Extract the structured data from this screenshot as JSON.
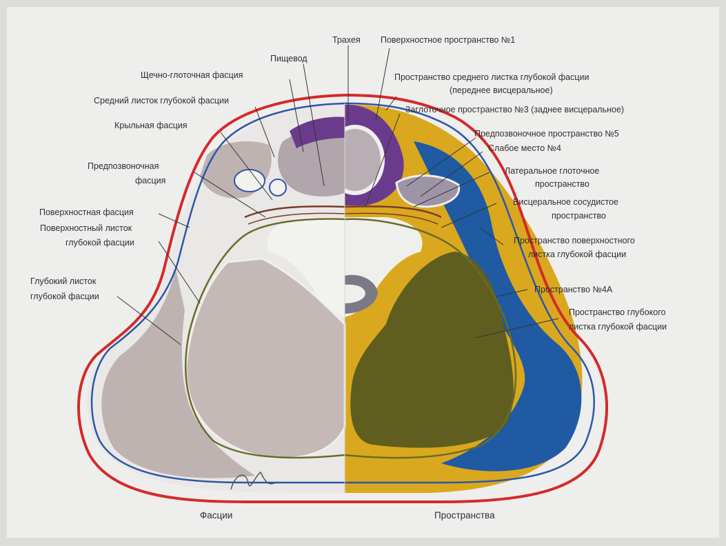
{
  "labels": {
    "trachea": "Трахея",
    "superficial_space_1": "Поверхностное пространство №1",
    "esophagus": "Пищевод",
    "buccopharyngeal_fascia": "Щечно-глоточная фасция",
    "middle_layer_space_line1": "Пространство среднего листка глубокой фасции",
    "middle_layer_space_line2": "(переднее висцеральное)",
    "middle_layer_deep_fascia": "Средний листок глубокой фасции",
    "retropharyngeal_space_3": "Заглоточное пространство №3 (заднее висцеральное)",
    "alar_fascia": "Крыльная фасция",
    "prevertebral_space_5": "Предпозвоночное пространство №5",
    "danger_space_4": "Слабое место №4",
    "prevertebral_fascia_line1": "Предпозвоночная",
    "prevertebral_fascia_line2": "фасция",
    "lateral_pharyngeal_line1": "Латеральное глоточное",
    "lateral_pharyngeal_line2": "пространство",
    "superficial_fascia": "Поверхностная фасция",
    "visceral_vascular_line1": "Висцеральное сосудистое",
    "visceral_vascular_line2": "пространство",
    "superficial_layer_line1": "Поверхностный листок",
    "superficial_layer_line2": "глубокой фасции",
    "superficial_layer_space_line1": "Пространство поверхностного",
    "superficial_layer_space_line2": "листка глубокой фасции",
    "deep_layer_line1": "Глубокий листок",
    "deep_layer_line2": "глубокой фасции",
    "space_4a": "Пространство №4А",
    "deep_layer_space_line1": "Пространство глубокого",
    "deep_layer_space_line2": "листка глубокой фасции"
  },
  "captions": {
    "left": "Фасции",
    "right": "Пространства"
  },
  "colors": {
    "superficial_fascia_line": "#d42a2a",
    "superficial_layer_line": "#2d55a8",
    "deep_layer_line": "#6b6a2a",
    "superficial_layer_space_fill": "#d9a81e",
    "deep_layer_space_fill": "#5f5e1f",
    "sternocleidomastoid_space_fill": "#1f5aa3",
    "visceral_space_fill": "#6a3b8c",
    "muscle_fill": "#bfb3b1"
  }
}
